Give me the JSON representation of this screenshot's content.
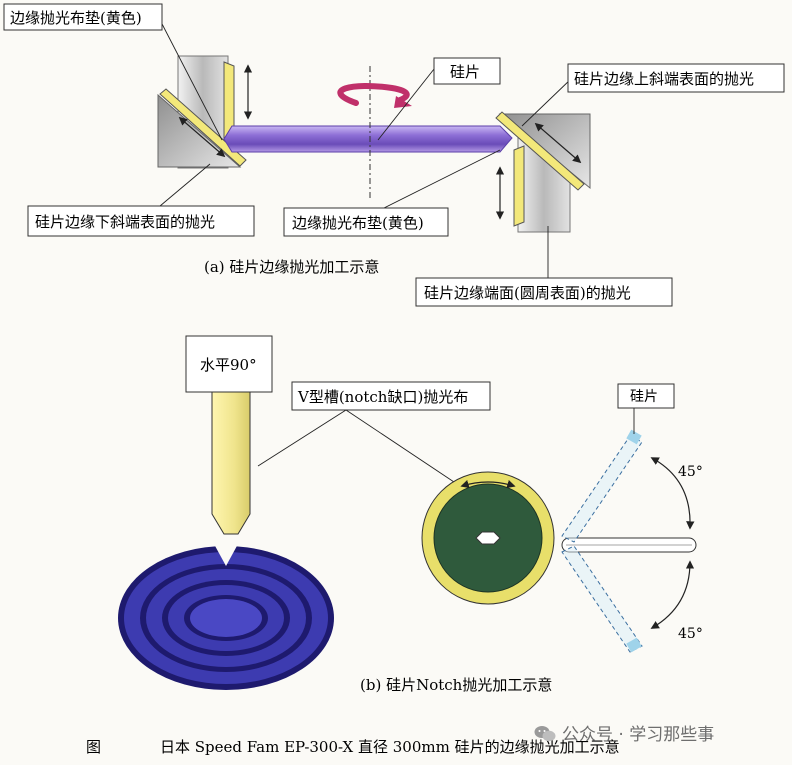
{
  "part_a": {
    "caption": "(a) 硅片边缘抛光加工示意",
    "labels": {
      "pad_top": "边缘抛光布垫(黄色)",
      "wafer": "硅片",
      "upper_bevel": "硅片边缘上斜端表面的抛光",
      "lower_bevel": "硅片边缘下斜端表面的抛光",
      "pad_bottom": "边缘抛光布垫(黄色)",
      "edge_face": "硅片边缘端面(圆周表面)的抛光"
    }
  },
  "part_b": {
    "caption": "(b) 硅片Notch抛光加工示意",
    "labels": {
      "horizontal": "水平90°",
      "notch_cloth": "V型槽(notch缺口)抛光布",
      "wafer": "硅片",
      "angle_top": "45°",
      "angle_bottom": "45°"
    }
  },
  "figure_caption": {
    "prefix": "图",
    "text": "日本 Speed Fam EP-300-X 直径 300mm 硅片的边缘抛光加工示意"
  },
  "watermark": "公众号 · 学习那些事",
  "colors": {
    "pad_yellow": "#f3e87a",
    "rod_purple": "#9b7fd9",
    "arrow_red": "#c0306a",
    "disc_blue": "#3d3bb0",
    "disc_dark": "#1e1a6e",
    "ring_yellow": "#e8df6a",
    "disc_green": "#2f5a3c",
    "wafer_blue": "#9fd3ea"
  }
}
